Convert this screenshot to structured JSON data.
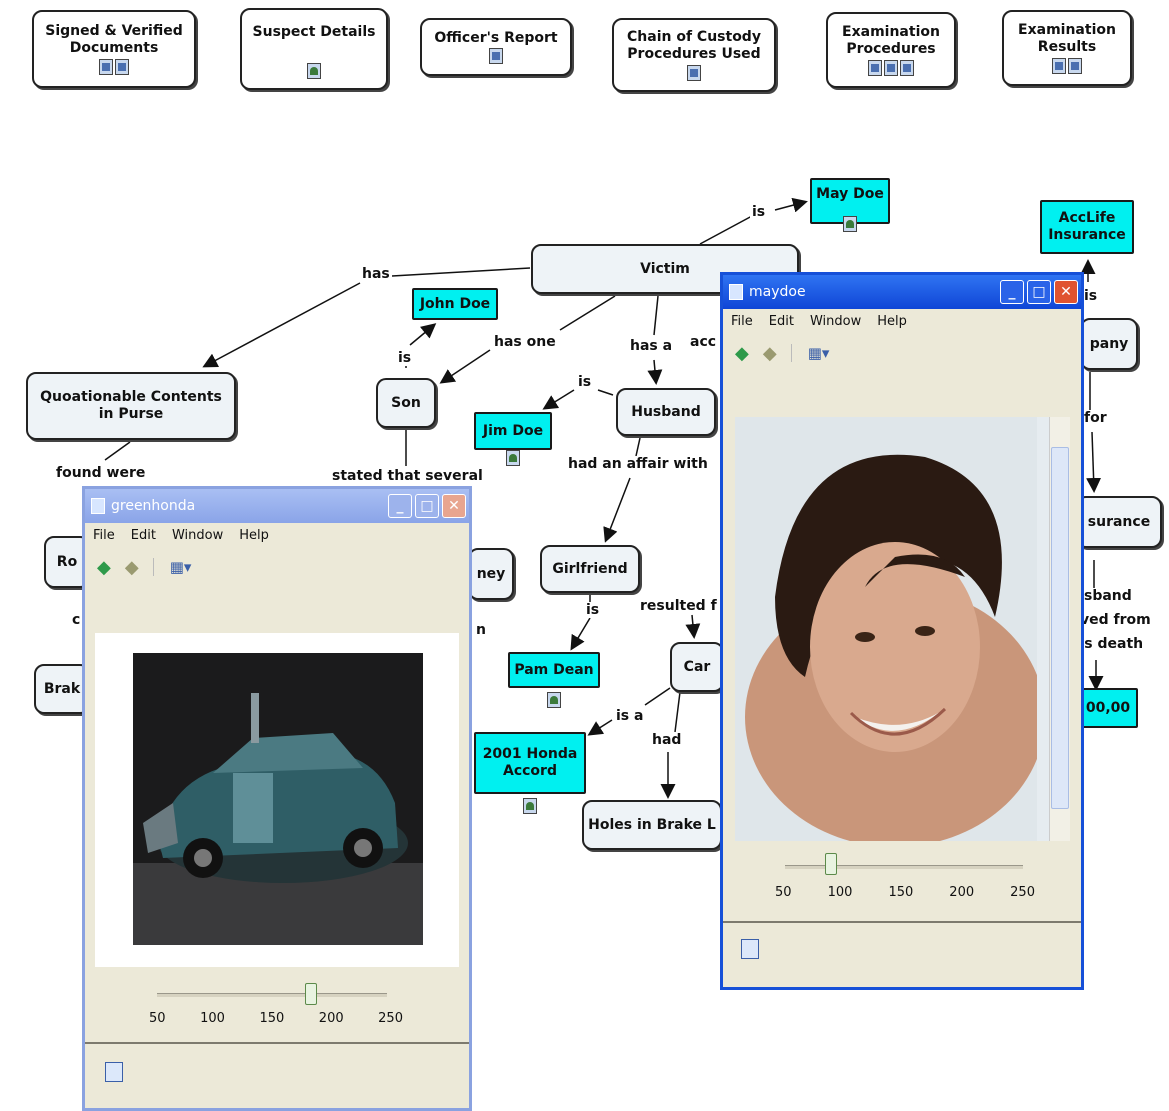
{
  "top_row": [
    {
      "label": "Signed & Verified Documents"
    },
    {
      "label": "Suspect Details"
    },
    {
      "label": "Officer's Report"
    },
    {
      "label": "Chain of Custody Procedures Used"
    },
    {
      "label": "Examination Procedures"
    },
    {
      "label": "Examination Results"
    }
  ],
  "concepts": {
    "victim": "Victim",
    "may_doe": "May Doe",
    "john_doe": "John Doe",
    "jim_doe": "Jim Doe",
    "son": "Son",
    "husband": "Husband",
    "purse": "Quoationable Contents in Purse",
    "girlfriend": "Girlfriend",
    "pam_dean": "Pam Dean",
    "car": "Car",
    "honda": "2001 Honda Accord",
    "brake_holes": "Holes in Brake L",
    "acclife": "AccLife Insurance",
    "company": "pany",
    "insurance": "surance",
    "amount": "00,00",
    "ro": "Ro",
    "ney": "ney",
    "brak": "Brak"
  },
  "links": {
    "is_may": "is",
    "has_purse": "has",
    "has_one": "has one",
    "has_a": "has a",
    "acc": "acc",
    "is_son": "is",
    "is_husband": "is",
    "stated": "stated that several",
    "found_were": "found were",
    "affair": "had an affair with",
    "is_girlfriend": "is",
    "resulted": "resulted f",
    "is_a": "is a",
    "had": "had",
    "is_acclife": "is",
    "for": "for",
    "husband_recv_1": "sband",
    "husband_recv_2": "ved from",
    "husband_recv_3": "'s death",
    "co": "c",
    "n": "n"
  },
  "window_left": {
    "title": "greenhonda",
    "menu": [
      "File",
      "Edit",
      "Window",
      "Help"
    ],
    "ticks": [
      "50",
      "100",
      "150",
      "200",
      "250"
    ],
    "zoom": 180
  },
  "window_right": {
    "title": "maydoe",
    "menu": [
      "File",
      "Edit",
      "Window",
      "Help"
    ],
    "ticks": [
      "50",
      "100",
      "150",
      "200",
      "250"
    ],
    "zoom": 90
  },
  "colors": {
    "concept_bg": "#eef3f7",
    "instance_bg": "#00f0f0",
    "active_title": "#1650d8"
  }
}
